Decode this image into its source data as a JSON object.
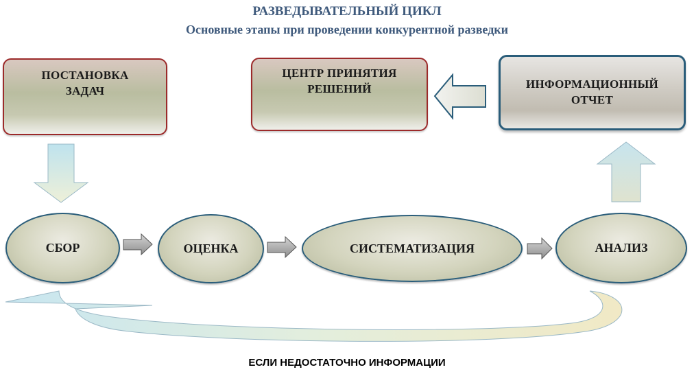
{
  "title": "РАЗВЕДЫВАТЕЛЬНЫЙ ЦИКЛ",
  "subtitle": "Основные этапы при проведении конкурентной разведки",
  "boxes": {
    "task": "ПОСТАНОВКА\nЗАДАЧ",
    "decision": "ЦЕНТР ПРИНЯТИЯ\nРЕШЕНИЙ",
    "report": "ИНФОРМАЦИОННЫЙ\nОТЧЕТ"
  },
  "stages": {
    "collect": "СБОР",
    "evaluate": "ОЦЕНКА",
    "systematize": "СИСТЕМАТИЗАЦИЯ",
    "analyze": "АНАЛИЗ"
  },
  "loop_label": "ЕСЛИ НЕДОСТАТОЧНО ИНФОРМАЦИИ"
}
